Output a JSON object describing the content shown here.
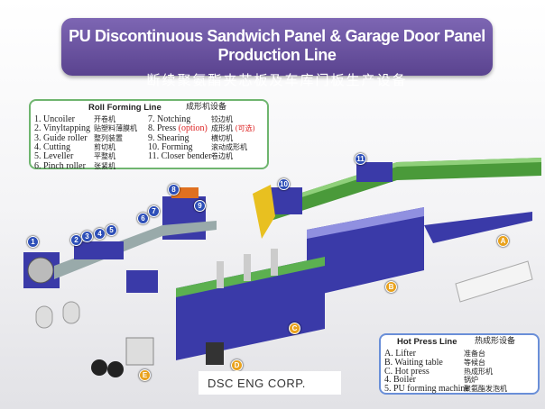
{
  "title": "PU Discontinuous Sandwich Panel & Garage Door Panel Production Line",
  "subtitle": "断续聚氨酯夹芯板及车库门板生产设备",
  "roll_forming": {
    "title": "Roll Forming Line",
    "title_zh": "成形机设备",
    "items": [
      {
        "label": "1. Uncoiler",
        "zh": "开卷机"
      },
      {
        "label": "2. Vinyltapping",
        "zh": "贴塑料薄膜机"
      },
      {
        "label": "3. Guide roller",
        "zh": "整列装置"
      },
      {
        "label": "4. Cutting",
        "zh": "剪切机"
      },
      {
        "label": "5. Leveller",
        "zh": "平整机"
      },
      {
        "label": "6. Pinch roller",
        "zh": "张紧机"
      },
      {
        "label": "7. Notching",
        "zh": "铰边机"
      },
      {
        "label": "8. Press",
        "note": "(option)",
        "zh": "成形机",
        "zh_note": "(可选)"
      },
      {
        "label": "9. Shearing",
        "zh": "横切机"
      },
      {
        "label": "10. Forming",
        "zh": "滚动成形机"
      },
      {
        "label": "11. Closer bender",
        "zh": "卷边机"
      }
    ]
  },
  "hot_press": {
    "title": "Hot Press Line",
    "title_zh": "热成形设备",
    "items": [
      {
        "label": "A. Lifter",
        "zh": "准备台"
      },
      {
        "label": "B. Waiting table",
        "zh": "等候台"
      },
      {
        "label": "C. Hot press",
        "zh": "热成形机"
      },
      {
        "label": "4. Boiler",
        "zh": "锅炉"
      },
      {
        "label": "5. PU forming  machine",
        "zh": "聚氨酯发泡机"
      }
    ]
  },
  "markers": [
    "1",
    "2",
    "3",
    "4",
    "5",
    "6",
    "7",
    "8",
    "9",
    "10",
    "11",
    "A",
    "B",
    "C",
    "D",
    "E"
  ],
  "company": "DSC ENG CORP.",
  "colors": {
    "banner": "#6a52a0",
    "machine_blue": "#3a3aa8",
    "machine_green": "#4a9a3a",
    "marker": "#2d4fb8",
    "marker_letter": "#e9a21d"
  }
}
